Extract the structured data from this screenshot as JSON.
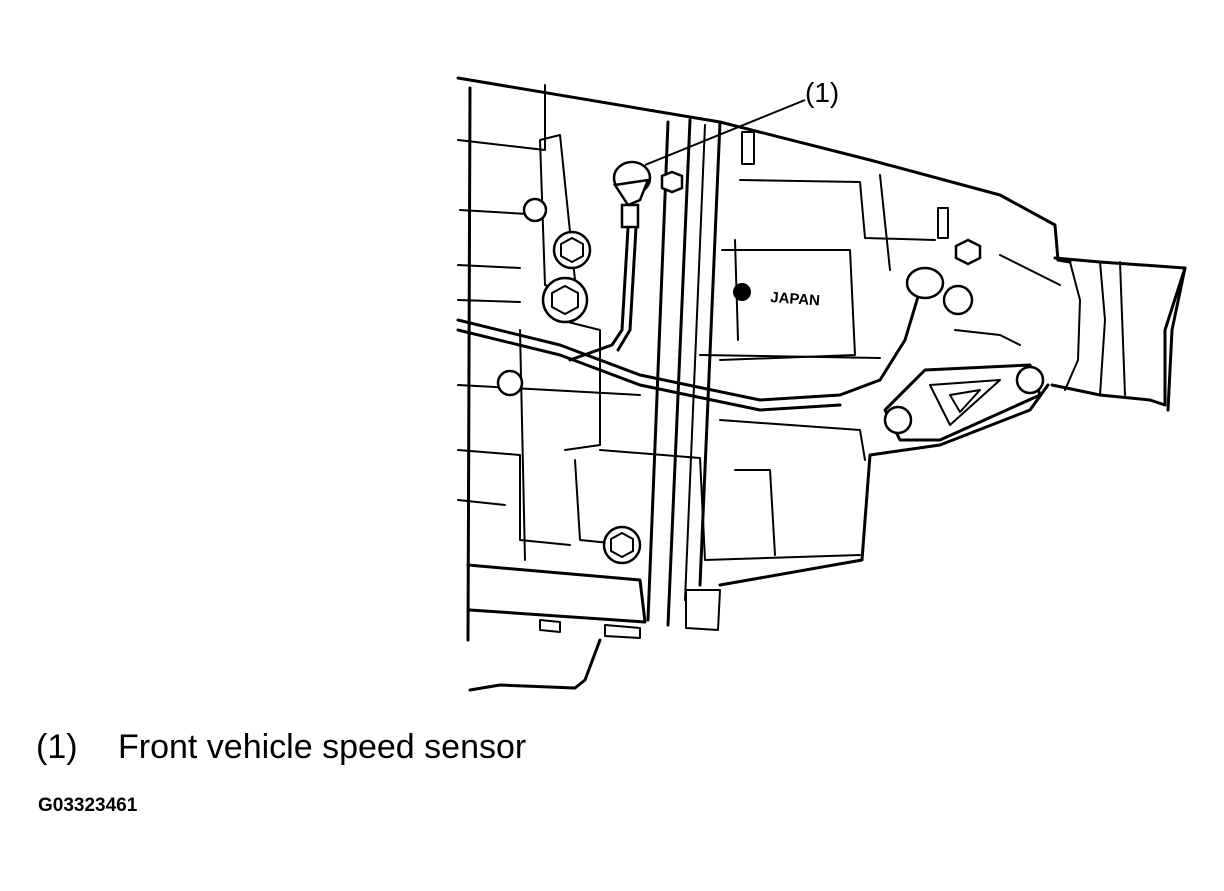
{
  "diagram": {
    "callout_label": "(1)",
    "case_stamp": "JAPAN",
    "stroke_color": "#000000",
    "background_color": "#ffffff"
  },
  "legend": {
    "items": [
      {
        "number": "(1)",
        "text": "Front vehicle speed sensor"
      }
    ]
  },
  "figure_code": "G03323461"
}
